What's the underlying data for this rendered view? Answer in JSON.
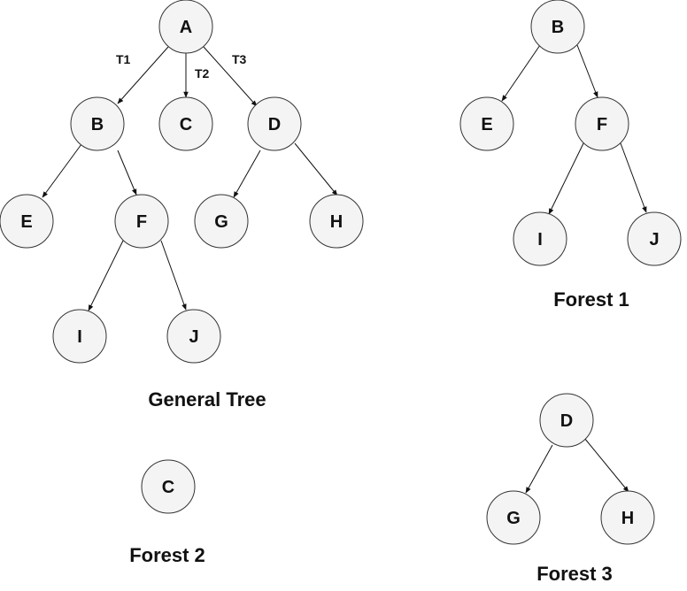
{
  "nodes": {
    "a": "A",
    "b": "B",
    "c": "C",
    "d": "D",
    "e": "E",
    "f": "F",
    "g": "G",
    "h": "H",
    "i": "I",
    "j": "J"
  },
  "edge_labels": {
    "t1": "T1",
    "t2": "T2",
    "t3": "T3"
  },
  "captions": {
    "general_tree": "General Tree",
    "forest1": "Forest 1",
    "forest2": "Forest 2",
    "forest3": "Forest 3"
  }
}
